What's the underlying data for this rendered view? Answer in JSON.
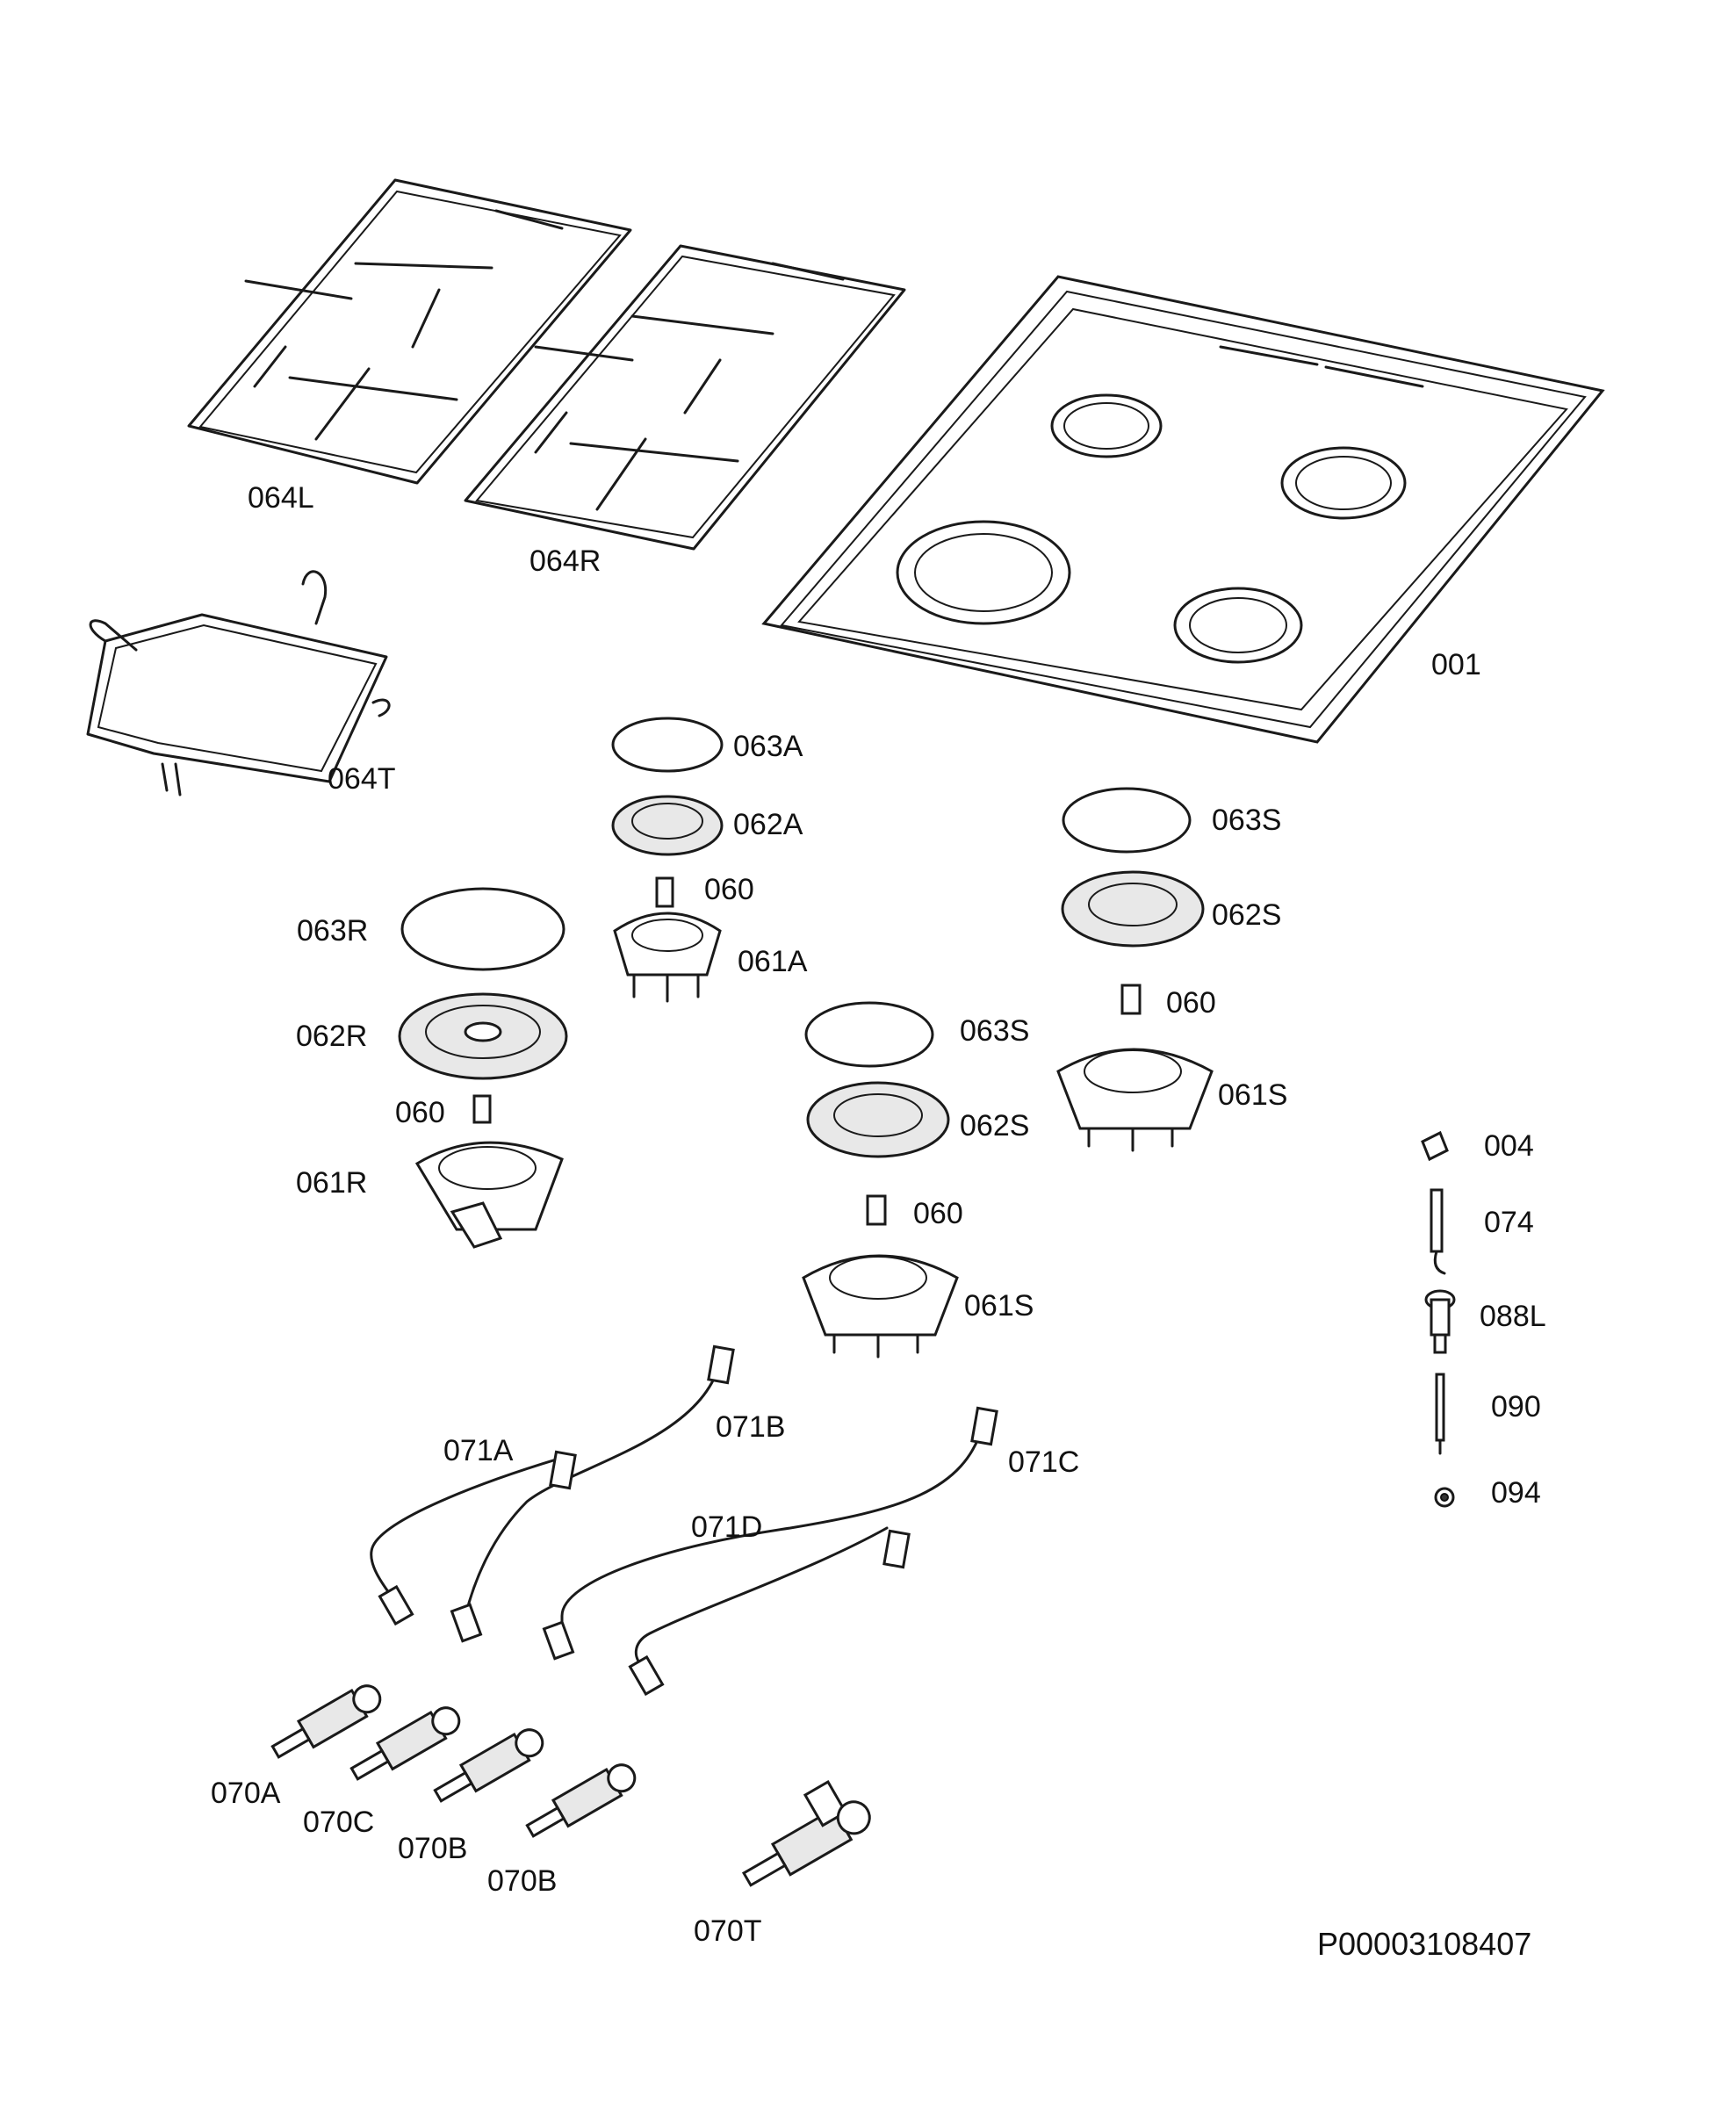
{
  "labels": {
    "p064L": "064L",
    "p064R": "064R",
    "p064T": "064T",
    "p001": "001",
    "p063A": "063A",
    "p062A": "062A",
    "p060a": "060",
    "p061A": "061A",
    "p063S_right": "063S",
    "p062S_right": "062S",
    "p060b": "060",
    "p061S_right": "061S",
    "p063R": "063R",
    "p062R": "062R",
    "p060c": "060",
    "p061R": "061R",
    "p063S_mid": "063S",
    "p062S_mid": "062S",
    "p060d": "060",
    "p061S_mid": "061S",
    "p004": "004",
    "p074": "074",
    "p088L": "088L",
    "p090": "090",
    "p094": "094",
    "p071A": "071A",
    "p071B": "071B",
    "p071C": "071C",
    "p071D": "071D",
    "p070A": "070A",
    "p070C": "070C",
    "p070B_1": "070B",
    "p070B_2": "070B",
    "p070T": "070T"
  },
  "document_id": "P00003108407"
}
